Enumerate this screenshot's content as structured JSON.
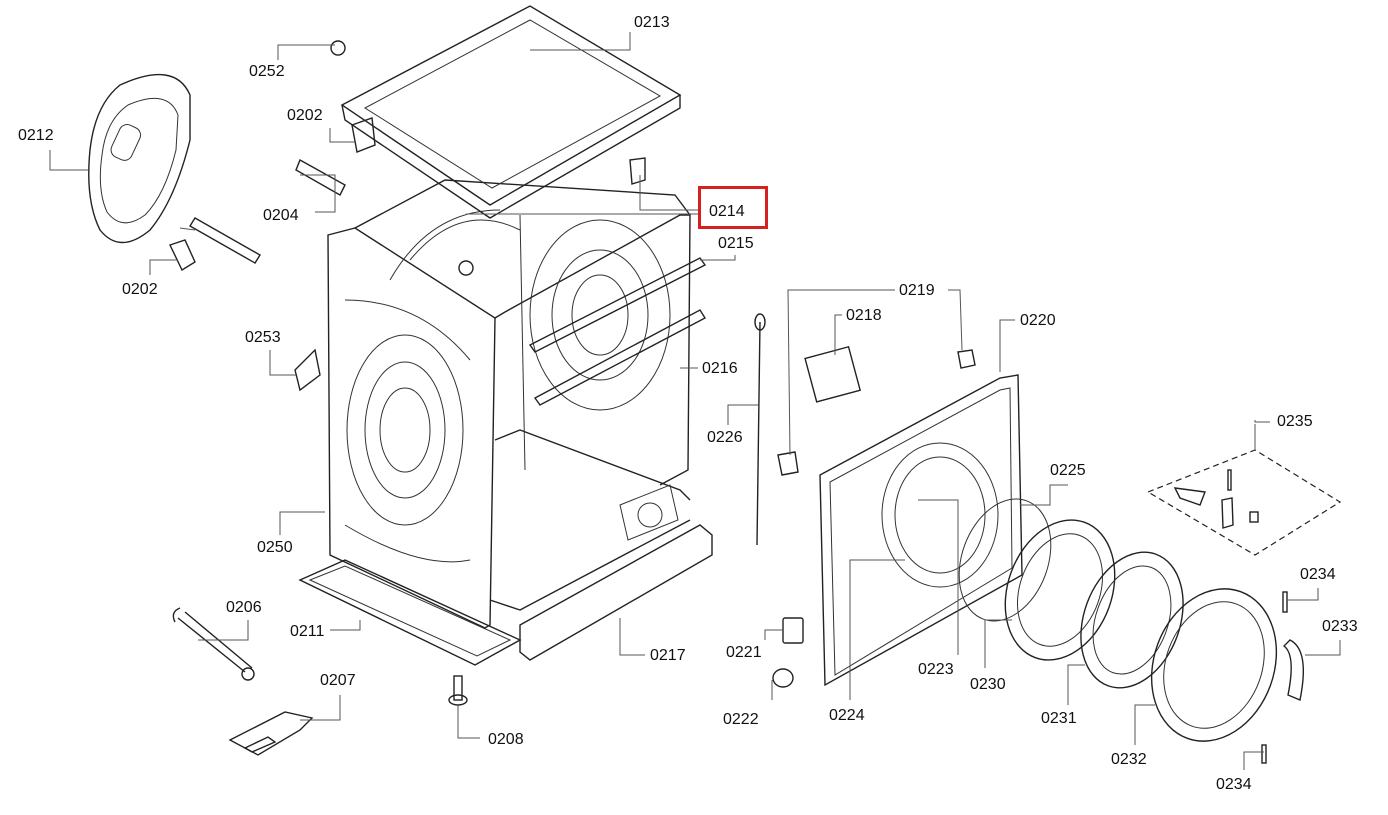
{
  "highlight_color": "#d61f1f",
  "highlighted_part": "0214",
  "labels": {
    "p0213": "0213",
    "p0252": "0252",
    "p0212": "0212",
    "p0202a": "0202",
    "p0204": "0204",
    "p0202b": "0202",
    "p0214": "0214",
    "p0215": "0215",
    "p0219": "0219",
    "p0218": "0218",
    "p0220": "0220",
    "p0253": "0253",
    "p0216": "0216",
    "p0226": "0226",
    "p0235": "0235",
    "p0225": "0225",
    "p0250": "0250",
    "p0234a": "0234",
    "p0206": "0206",
    "p0211": "0211",
    "p0217": "0217",
    "p0221": "0221",
    "p0233": "0233",
    "p0207": "0207",
    "p0223": "0223",
    "p0230": "0230",
    "p0222": "0222",
    "p0224": "0224",
    "p0231": "0231",
    "p0208": "0208",
    "p0232": "0232",
    "p0234b": "0234"
  }
}
